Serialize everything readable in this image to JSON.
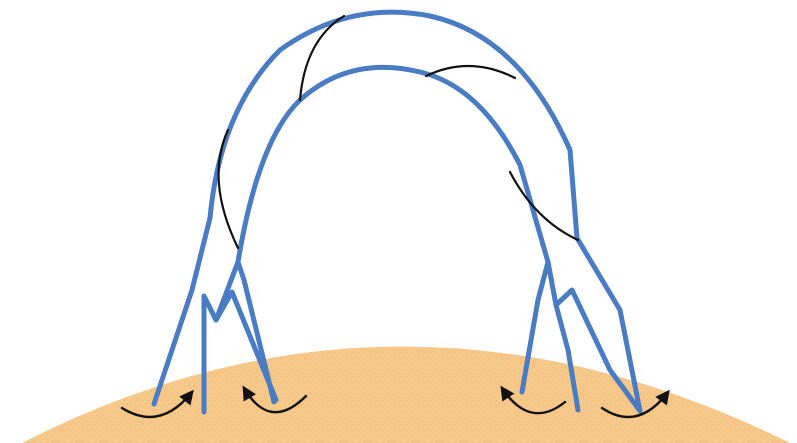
{
  "colors": {
    "surface": "#f6c98a",
    "surface_speckle": "#f2bd78",
    "loop_field_lines": "#4a7cc4",
    "crossing_lines": "#111111",
    "arrows": "#111111",
    "background": "#ffffff"
  },
  "elements": {
    "surface": "solar-surface-dome",
    "loop": "magnetic-loop-arch",
    "footpoint_arrows": 4
  }
}
